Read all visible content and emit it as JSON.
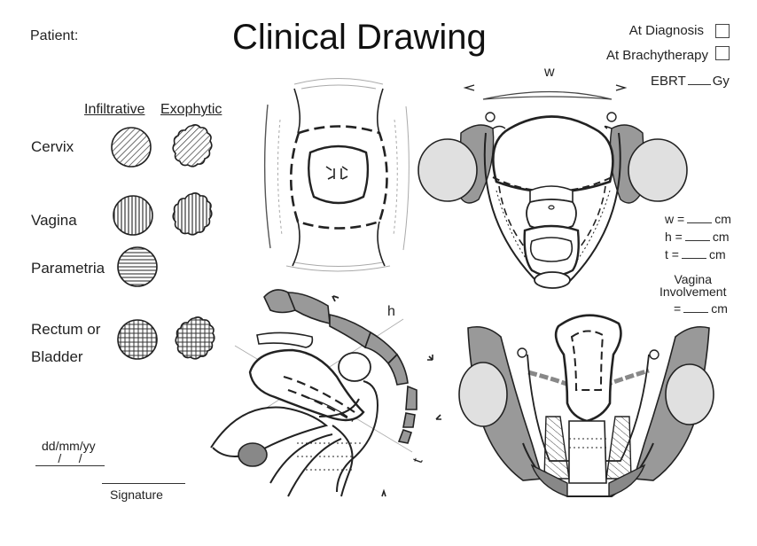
{
  "header": {
    "patient_label": "Patient:",
    "title": "Clinical Drawing",
    "at_diagnosis": "At Diagnosis",
    "at_brachytherapy": "At Brachytherapy",
    "ebrt_prefix": "EBRT",
    "ebrt_unit": "Gy"
  },
  "legend": {
    "col_infiltrative": "Infiltrative",
    "col_exophytic": "Exophytic",
    "rows": [
      "Cervix",
      "Vagina",
      "Parametria",
      "Rectum or",
      "Bladder"
    ]
  },
  "measurements": {
    "w_label": "w =",
    "h_label": "h =",
    "t_label": "t =",
    "unit": "cm",
    "vagina_line1": "Vagina",
    "vagina_line2": "Involvement",
    "vagina_eq": "=",
    "vagina_unit": "cm"
  },
  "diagram_labels": {
    "w": "w",
    "h": "h",
    "t": "t"
  },
  "footer": {
    "date_label": "dd/mm/yy",
    "date_sep": "/     /",
    "signature": "Signature"
  }
}
